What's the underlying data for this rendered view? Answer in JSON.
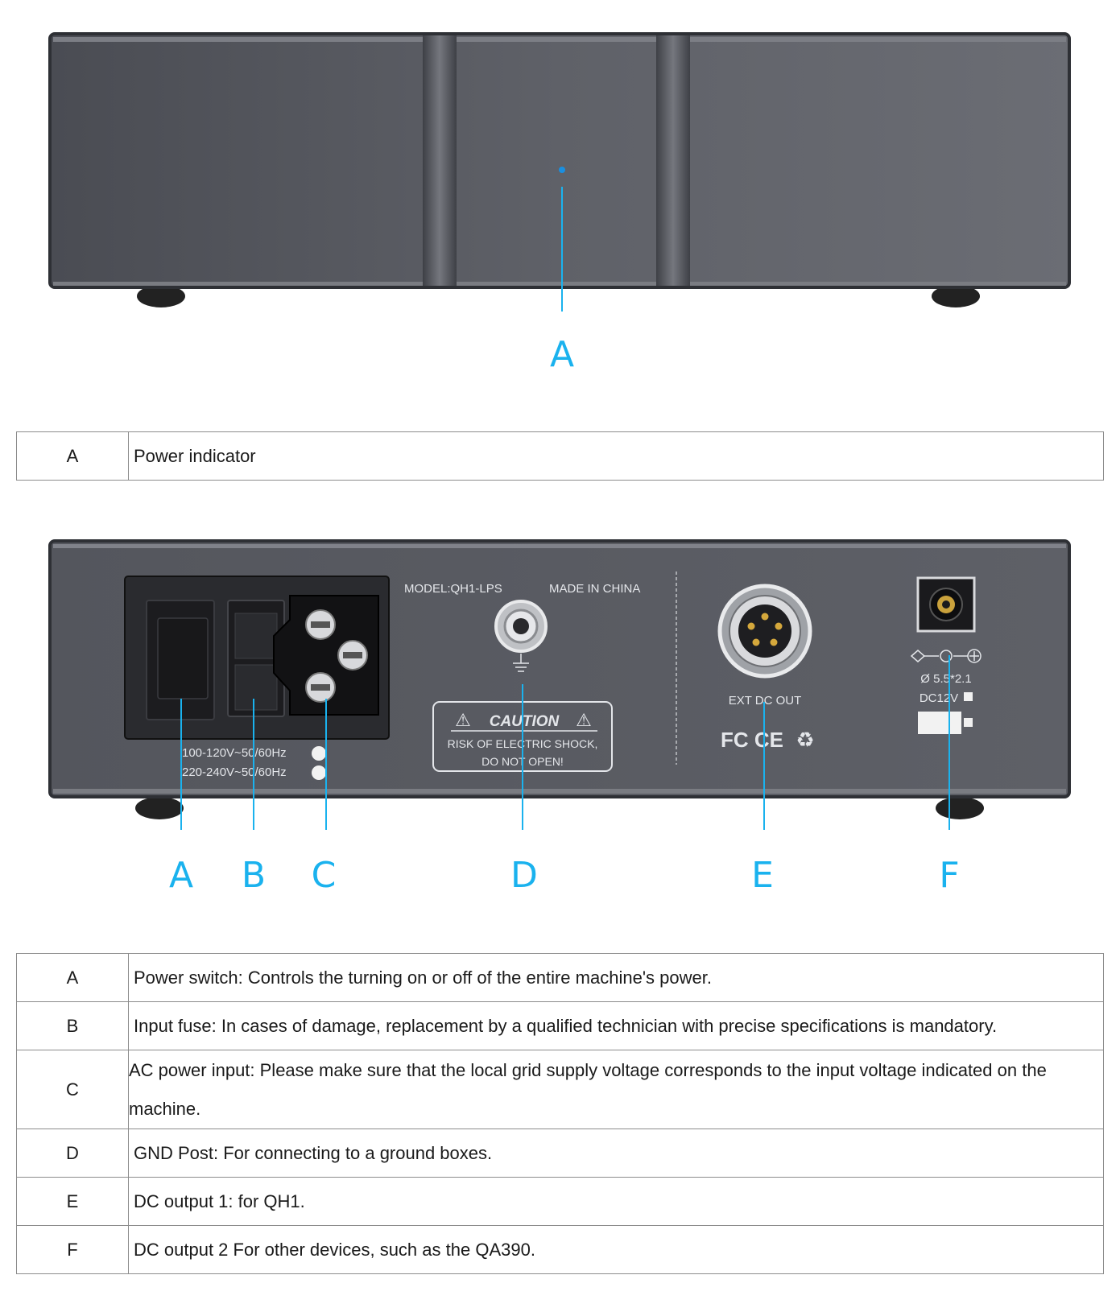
{
  "front_panel": {
    "callout_label": "A"
  },
  "front_table": [
    {
      "key": "A",
      "desc": "Power indicator"
    }
  ],
  "rear_panel": {
    "model_text": "MODEL:QH1-LPS",
    "origin_text": "MADE IN CHINA",
    "voltage_line_1": "100-120V~50/60Hz",
    "voltage_line_2": "220-240V~50/60Hz",
    "caution_title": "CAUTION",
    "caution_line_1": "RISK OF ELECTRIC SHOCK,",
    "caution_line_2": "DO NOT OPEN!",
    "ext_dc_label": "EXT DC OUT",
    "cert_marks": "FC CE",
    "dc_jack_size": "Ø 5.5*2.1",
    "dc_voltage": "DC12V",
    "callouts": [
      "A",
      "B",
      "C",
      "D",
      "E",
      "F"
    ]
  },
  "rear_table": [
    {
      "key": "A",
      "desc": "Power switch: Controls the turning on or off of the entire machine's power."
    },
    {
      "key": "B",
      "desc": "Input fuse: In cases of damage, replacement by a qualified technician with precise specifications is mandatory."
    },
    {
      "key": "C",
      "desc": " AC power input: Please make sure that the local grid supply voltage corresponds to the input voltage indicated on the machine."
    },
    {
      "key": "D",
      "desc": "GND Post: For connecting to a ground boxes."
    },
    {
      "key": "E",
      "desc": "DC output 1: for QH1."
    },
    {
      "key": "F",
      "desc": "DC output 2 For other devices, such as the QA390."
    }
  ],
  "colors": {
    "callout": "#1ab2ee",
    "chassis": "#5a5c63",
    "table_border": "#8c8c8c"
  }
}
